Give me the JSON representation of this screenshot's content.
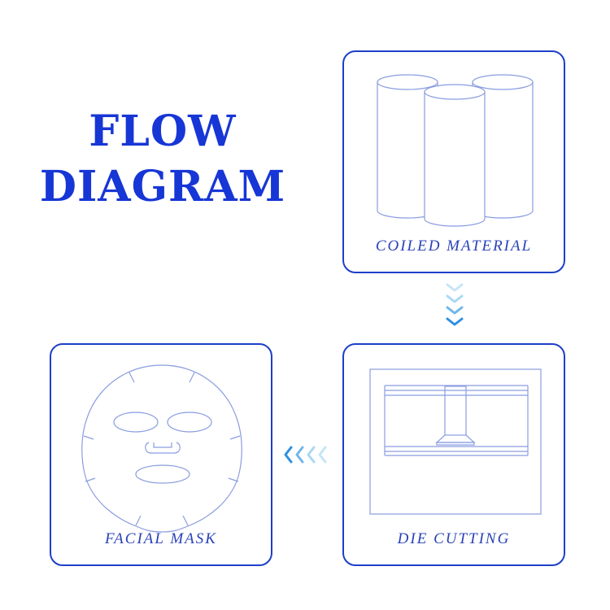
{
  "title": {
    "line1": "FLOW",
    "line2": "DIAGRAM"
  },
  "steps": {
    "coiled": {
      "label": "COILED MATERIAL"
    },
    "die": {
      "label": "DIE CUTTING"
    },
    "mask": {
      "label": "FACIAL MASK"
    }
  },
  "colors": {
    "title": "#1736d6",
    "box_border": "#1d3fc8",
    "line_art": "#8a9de0",
    "arrow_light": "#a9d8f5",
    "arrow_dark": "#2e8fe0"
  },
  "icons": {
    "down_arrow": "triple-chevron-down-icon",
    "left_arrow": "triple-chevron-left-icon"
  }
}
